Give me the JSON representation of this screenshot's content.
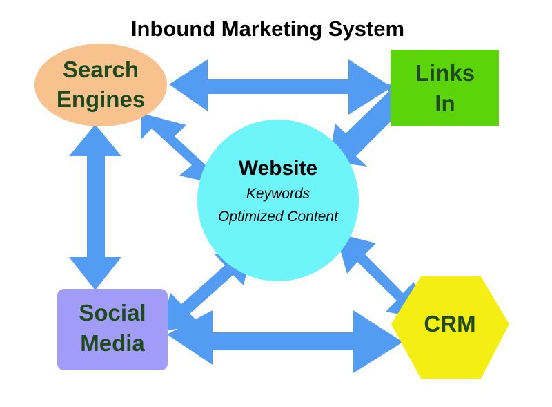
{
  "title": "Inbound Marketing System",
  "colors": {
    "arrow": "#539cf4",
    "search_engines": "#f8c28e",
    "links_in": "#5bd40a",
    "website": "#6ef5f9",
    "social_media": "#a29cf9",
    "crm": "#f5ee12",
    "label_text": "#1e4a1e"
  },
  "nodes": {
    "search_engines": {
      "line1": "Search",
      "line2": "Engines",
      "shape": "ellipse"
    },
    "links_in": {
      "line1": "Links",
      "line2": "In",
      "shape": "rectangle"
    },
    "website": {
      "title": "Website",
      "line1": "Keywords",
      "line2": "Optimized Content",
      "shape": "circle"
    },
    "social_media": {
      "line1": "Social",
      "line2": "Media",
      "shape": "rounded-rectangle"
    },
    "crm": {
      "label": "CRM",
      "shape": "hexagon"
    }
  },
  "connections": [
    {
      "from": "Search Engines",
      "to": "Links In",
      "direction": "both"
    },
    {
      "from": "Search Engines",
      "to": "Website",
      "direction": "both"
    },
    {
      "from": "Search Engines",
      "to": "Social Media",
      "direction": "both"
    },
    {
      "from": "Links In",
      "to": "Website",
      "direction": "both"
    },
    {
      "from": "Website",
      "to": "Social Media",
      "direction": "both"
    },
    {
      "from": "Website",
      "to": "CRM",
      "direction": "both"
    },
    {
      "from": "Social Media",
      "to": "CRM",
      "direction": "forward"
    }
  ]
}
